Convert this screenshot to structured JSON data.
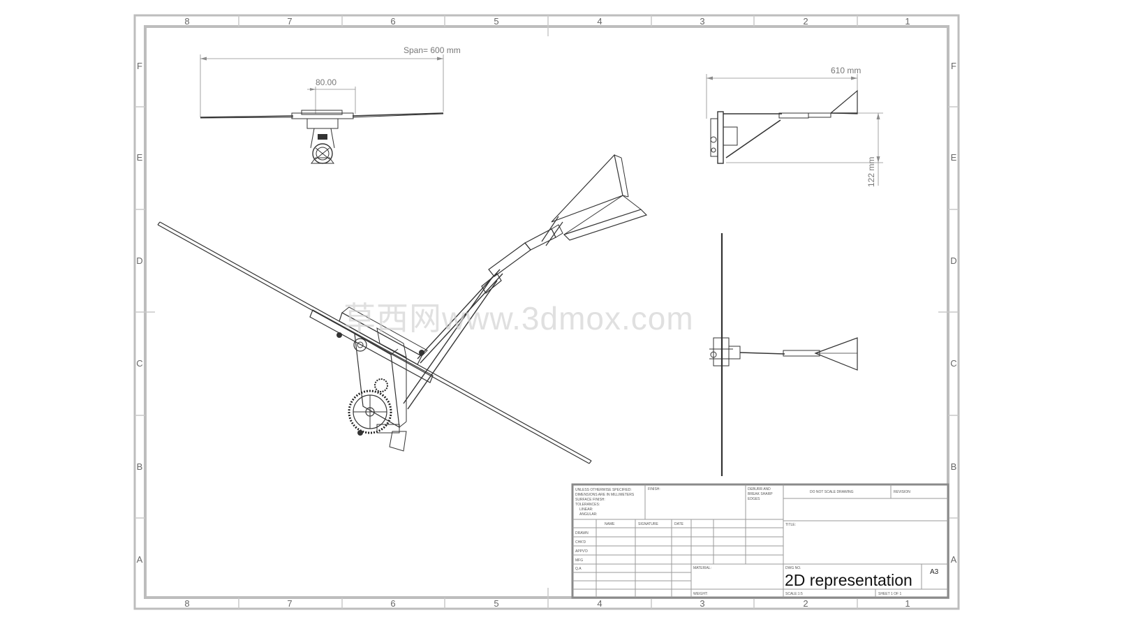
{
  "zones": {
    "columns": [
      "8",
      "7",
      "6",
      "5",
      "4",
      "3",
      "2",
      "1"
    ],
    "rows": [
      "F",
      "E",
      "D",
      "C",
      "B",
      "A"
    ]
  },
  "dimensions": {
    "span": "Span= 600 mm",
    "hub_width": "80.00",
    "length": "610 mm",
    "height": "122 mm"
  },
  "watermark": "草西网www.3dmox.com",
  "title_block": {
    "tolerance_note": [
      "UNLESS OTHERWISE SPECIFIED:",
      "DIMENSIONS ARE IN MILLIMETERS",
      "SURFACE FINISH:",
      "TOLERANCES:",
      "  LINEAR:",
      "  ANGULAR:"
    ],
    "finish": "FINISH:",
    "deburr": [
      "DEBURR AND",
      "BREAK SHARP",
      "EDGES"
    ],
    "do_not_scale": "DO NOT SCALE DRAWING",
    "revision": "REVISION",
    "col_name": "NAME",
    "col_signature": "SIGNATURE",
    "col_date": "DATE",
    "rows": [
      "DRAWN",
      "CHK'D",
      "APPV'D",
      "MFG",
      "Q.A"
    ],
    "title_label": "TITLE:",
    "material_label": "MATERIAL:",
    "dwg_no_label": "DWG NO.",
    "dwg_title": "2D representation",
    "size": "A3",
    "weight_label": "WEIGHT:",
    "scale_label": "SCALE:1:5",
    "sheet": "SHEET 1 OF 1"
  }
}
